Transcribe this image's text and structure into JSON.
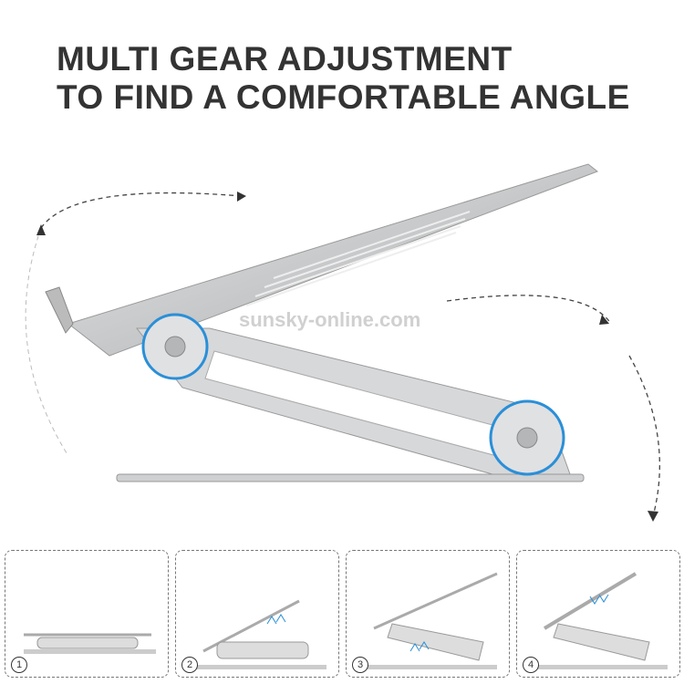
{
  "headline": {
    "line1": "MULTI GEAR ADJUSTMENT",
    "line2": "TO FIND A COMFORTABLE ANGLE"
  },
  "watermark": "sunsky-online.com",
  "steps": [
    {
      "label": "1"
    },
    {
      "label": "2"
    },
    {
      "label": "3"
    },
    {
      "label": "4"
    }
  ],
  "colors": {
    "accent": "#2a8fd8",
    "metal": "#c8c9cb",
    "text": "#333333"
  }
}
